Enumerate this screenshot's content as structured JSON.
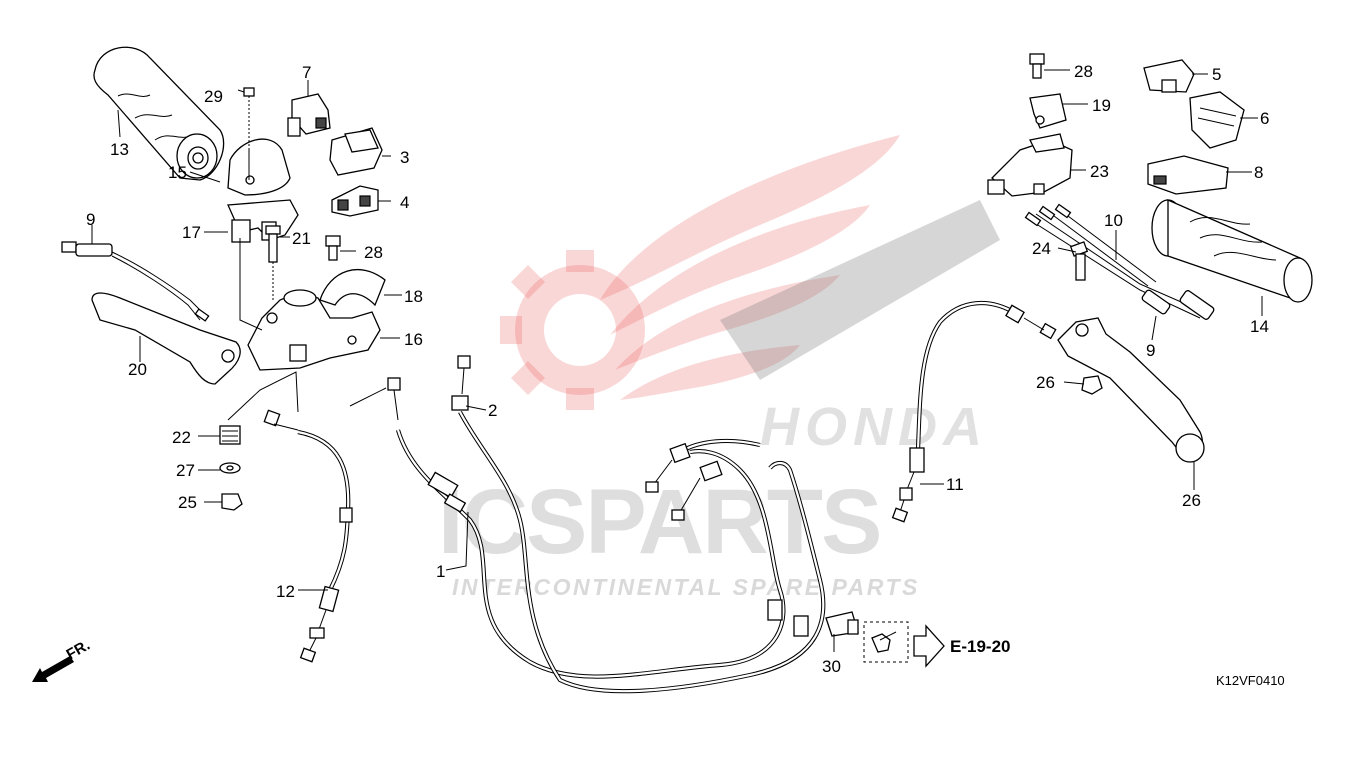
{
  "diagram": {
    "reference_code": "K12VF0410",
    "reference_link": "E-19-20",
    "direction_label": "FR.",
    "callouts": [
      "1",
      "2",
      "3",
      "4",
      "5",
      "6",
      "7",
      "8",
      "9",
      "9",
      "10",
      "11",
      "12",
      "13",
      "14",
      "15",
      "16",
      "17",
      "18",
      "19",
      "20",
      "21",
      "22",
      "23",
      "24",
      "25",
      "26",
      "26",
      "27",
      "28",
      "28",
      "29",
      "30"
    ]
  },
  "watermark": {
    "brand_text": "ICSPARTS",
    "tagline": "INTERCONTINENTAL SPARE PARTS",
    "logo_text": "HONDA",
    "colors": {
      "red": "#e94b4b",
      "grey": "#8a8a8a"
    }
  }
}
